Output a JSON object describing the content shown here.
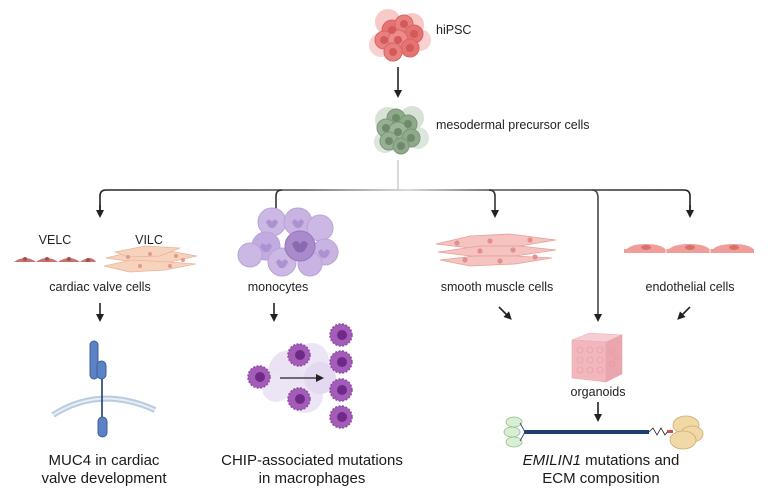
{
  "nodes": {
    "hipsc": {
      "label": "hiPSC"
    },
    "mesoderm": {
      "label": "mesodermal precursor cells"
    },
    "valve": {
      "label": "cardiac valve cells",
      "sub_left": "VELC",
      "sub_right": "VILC"
    },
    "monocytes": {
      "label": "monocytes"
    },
    "smooth_muscle": {
      "label": "smooth muscle cells"
    },
    "endothelial": {
      "label": "endothelial cells"
    },
    "organoids": {
      "label": "organoids"
    }
  },
  "outcomes": {
    "muc4": {
      "line1": "MUC4 in cardiac",
      "line2": "valve development"
    },
    "chip": {
      "line1": "CHIP-associated mutations",
      "line2": "in macrophages"
    },
    "emilin": {
      "gene": "EMILIN1",
      "line1_rest": " mutations and",
      "line2": "ECM composition"
    }
  },
  "colors": {
    "hipsc": "#e57373",
    "mesoderm": "#7f9c7c",
    "monocyte": "#b59cd6",
    "macrophage": "#8e4aa3",
    "muscle": "#f2b8b5",
    "endothelial": "#ec9c97",
    "vilc": "#f7cdb3",
    "velc": "#c9716f",
    "muc4": "#5b82c4",
    "emilin_rod": "#1f3f73",
    "emilin_head": "#f0d9a6",
    "emilin_tail": "#d9eed5",
    "organoid": "#f1b7bd",
    "arrow": "#222222"
  }
}
